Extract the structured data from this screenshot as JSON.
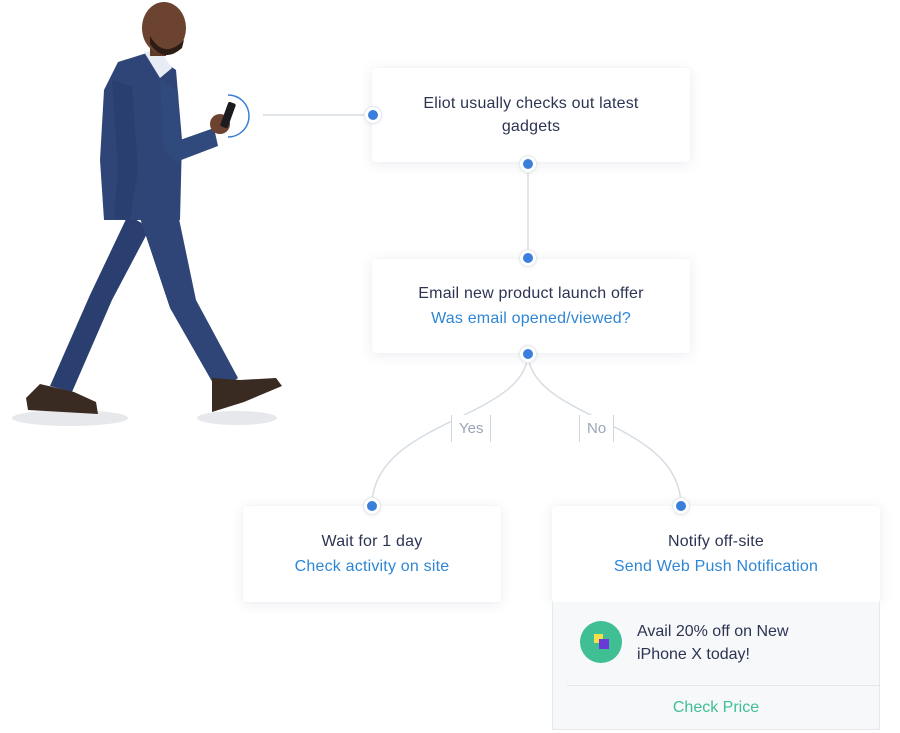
{
  "nodes": {
    "start": {
      "line1": "Eliot usually checks out latest",
      "line2": "gadgets"
    },
    "email": {
      "title": "Email new product launch offer",
      "question": "Was email opened/viewed?"
    },
    "wait": {
      "title": "Wait for 1 day",
      "action": "Check activity on site"
    },
    "notify": {
      "title": "Notify off-site",
      "action": "Send Web Push Notification"
    }
  },
  "branches": {
    "yes": "Yes",
    "no": "No"
  },
  "notification": {
    "line1": "Avail 20% off on New",
    "line2": "iPhone X today!",
    "cta": "Check Price"
  },
  "colors": {
    "heading": "#2c3452",
    "accent_blue": "#2e86d6",
    "dot_blue": "#3a7fdc",
    "cta_green": "#3fbf93",
    "suit": "#2f4577"
  },
  "icons": {
    "app": "app-logo-icon"
  }
}
